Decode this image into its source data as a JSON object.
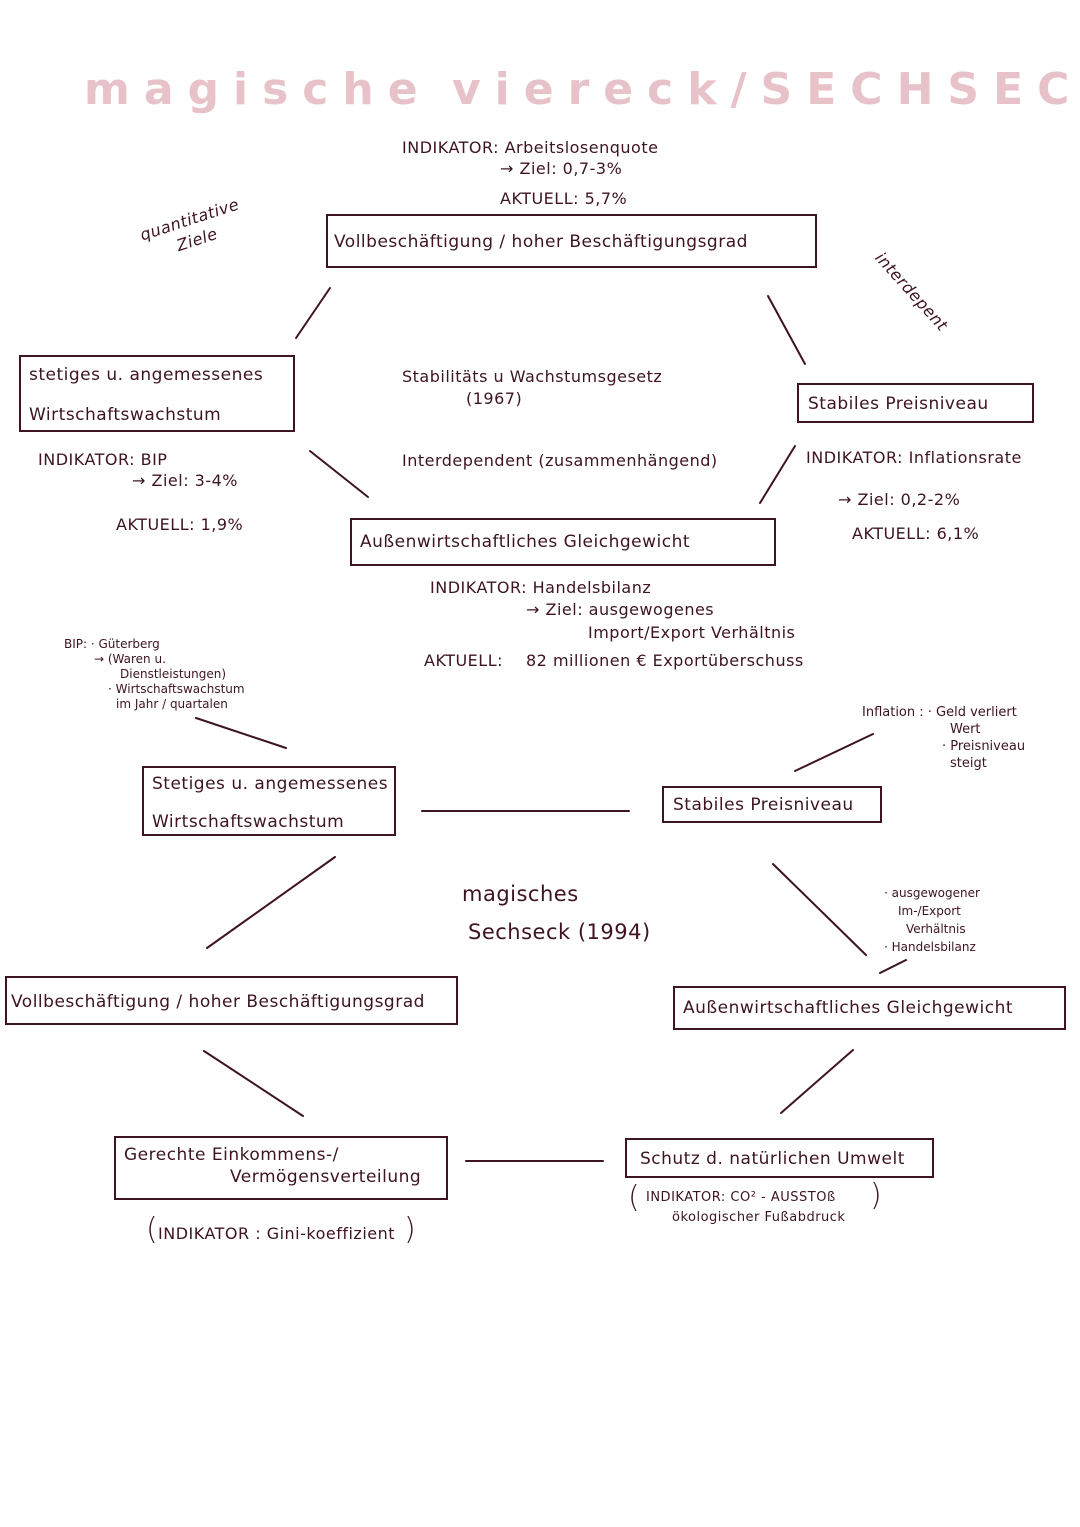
{
  "title": {
    "word1": "magische",
    "word2": "viereck/SECHSECK"
  },
  "notes": {
    "quantitative": "quantitative",
    "ziele": "Ziele",
    "interdepent": "interdepent"
  },
  "viereck": {
    "top": {
      "indicator": "INDIKATOR: Arbeitslosenquote",
      "target": "→ Ziel: 0,7-3%",
      "current": "AKTUELL: 5,7%",
      "box": "Vollbeschäftigung / hoher Beschäftigungsgrad"
    },
    "left": {
      "box_line1": "stetiges u. angemessenes",
      "box_line2": "Wirtschaftswachstum",
      "indicator": "INDIKATOR: BIP",
      "target": "→ Ziel: 3-4%",
      "current": "AKTUELL: 1,9%"
    },
    "right": {
      "box": "Stabiles Preisniveau",
      "indicator": "INDIKATOR: Inflationsrate",
      "target": "→ Ziel: 0,2-2%",
      "current": "AKTUELL: 6,1%"
    },
    "bottom": {
      "box": "Außenwirtschaftliches Gleichgewicht",
      "indicator": "INDIKATOR: Handelsbilanz",
      "target_line1": "→ Ziel: ausgewogenes",
      "target_line2": "Import/Export Verhältnis",
      "current_label": "AKTUELL:",
      "current_value": "82 millionen € Exportüberschuss"
    },
    "center": {
      "law_line1": "Stabilitäts u Wachstumsgesetz",
      "law_line2": "(1967)",
      "interdependent": "Interdependent (zusammenhängend)"
    }
  },
  "sechseck": {
    "bip_note": {
      "l1": "BIP: · Güterberg",
      "l2": "→ (Waren u.",
      "l3": "Dienstleistungen)",
      "l4": "· Wirtschaftswachstum",
      "l5": "im Jahr / quartalen"
    },
    "inflation_note": {
      "l1": "Inflation : · Geld verliert",
      "l2": "Wert",
      "l3": "· Preisniveau",
      "l4": "steigt"
    },
    "ausgewogen_note": {
      "l1": "· ausgewogener",
      "l2": "Im-/Export",
      "l3": "Verhältnis",
      "l4": "· Handelsbilanz"
    },
    "center_line1": "magisches",
    "center_line2": "Sechseck (1994)",
    "wachstum_line1": "Stetiges u. angemessenes",
    "wachstum_line2": "Wirtschaftswachstum",
    "preisniveau": "Stabiles Preisniveau",
    "beschaeftigung": "Vollbeschäftigung / hoher Beschäftigungsgrad",
    "aussen": "Außenwirtschaftliches Gleichgewicht",
    "einkommen_line1": "Gerechte Einkommens-/",
    "einkommen_line2": "Vermögensverteilung",
    "einkommen_indicator": "INDIKATOR : Gini-koeffizient",
    "umwelt": "Schutz d. natürlichen Umwelt",
    "umwelt_indicator": "INDIKATOR: CO² - AUSSTOß",
    "umwelt_sub": "ökologischer Fußabdruck"
  },
  "colors": {
    "ink": "#3d1420",
    "title_pink": "#e7c2c8",
    "background": "#ffffff"
  }
}
